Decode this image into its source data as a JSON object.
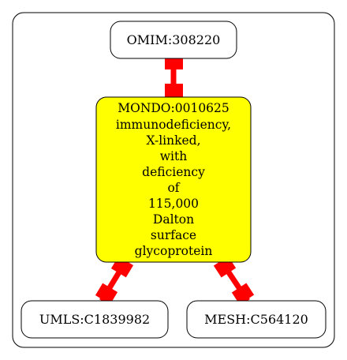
{
  "nodes": {
    "omim": {
      "label": "OMIM:308220"
    },
    "mondo": {
      "lines": [
        "MONDO:0010625",
        "immunodeficiency,",
        "X-linked,",
        "with",
        "deficiency",
        "of",
        "115,000",
        "Dalton",
        "surface",
        "glycoprotein"
      ]
    },
    "umls": {
      "label": "UMLS:C1839982"
    },
    "mesh": {
      "label": "MESH:C564120"
    }
  },
  "colors": {
    "center_fill": "#ffff00",
    "edge": "#ff0000",
    "stroke": "#000000"
  }
}
